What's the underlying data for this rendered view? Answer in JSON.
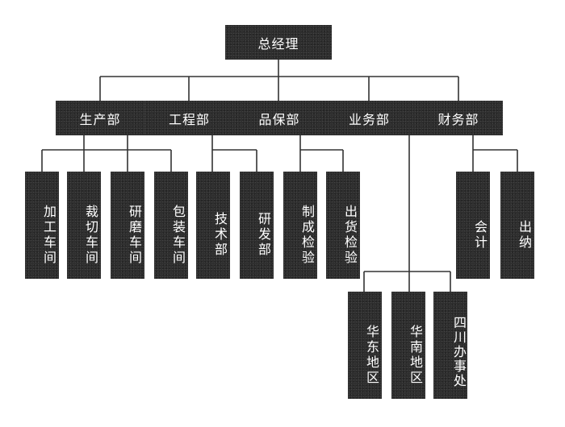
{
  "colors": {
    "node_fill": "#2e2e2e",
    "node_text": "#ffffff",
    "connector": "#333333",
    "background": "#ffffff"
  },
  "root": {
    "label": "总经理"
  },
  "departments": [
    {
      "label": "生产部"
    },
    {
      "label": "工程部"
    },
    {
      "label": "品保部"
    },
    {
      "label": "业务部"
    },
    {
      "label": "财务部"
    }
  ],
  "units": [
    {
      "label": "加工车间"
    },
    {
      "label": "裁切车间"
    },
    {
      "label": "研磨车间"
    },
    {
      "label": "包装车间"
    },
    {
      "label": "技术部"
    },
    {
      "label": "研发部"
    },
    {
      "label": "制成检验"
    },
    {
      "label": "出货检验"
    },
    {
      "label": "会计"
    },
    {
      "label": "出纳"
    }
  ],
  "regions": [
    {
      "label": "华东地区"
    },
    {
      "label": "华南地区"
    },
    {
      "label": "四川办事处"
    }
  ]
}
